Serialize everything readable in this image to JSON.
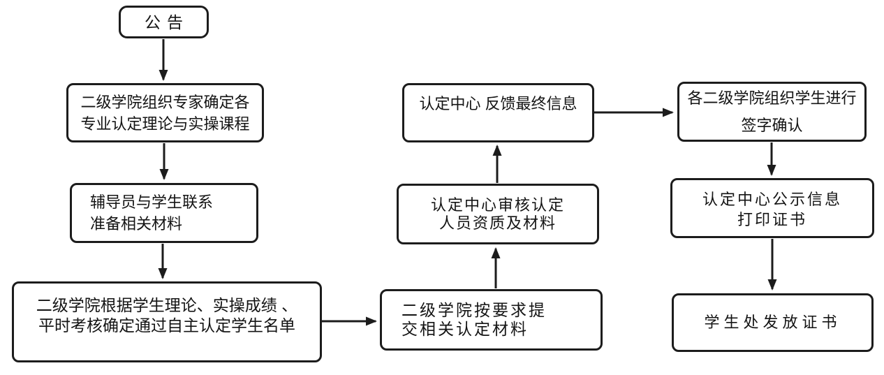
{
  "diagram": {
    "type": "flowchart",
    "nodes": [
      {
        "id": "announcement",
        "lines": [
          "公告"
        ]
      },
      {
        "id": "determine-courses",
        "lines": [
          "二级学院组织专家确定各",
          "专业认定理论与实操课程"
        ]
      },
      {
        "id": "counselor-prepare",
        "lines": [
          "辅导员与学生联系",
          "准备相关材料"
        ]
      },
      {
        "id": "determine-list",
        "lines": [
          "二级学院根据学生理论、实操成绩 、",
          "平时考核确定通过自主认定学生名单"
        ]
      },
      {
        "id": "submit-materials",
        "lines": [
          "二级学院按要求提",
          "交相关认定材料"
        ]
      },
      {
        "id": "review-materials",
        "lines": [
          "认定中心审核认定",
          "人员资质及材料"
        ]
      },
      {
        "id": "feedback-info",
        "lines": [
          "认定中心 反馈最终信息"
        ]
      },
      {
        "id": "sign-confirm",
        "lines": [
          "各二级学院组织学生进行",
          "签字确认"
        ]
      },
      {
        "id": "publicize-print",
        "lines": [
          "认定中心公示信息",
          "打印证书"
        ]
      },
      {
        "id": "issue-certificates",
        "lines": [
          "学生处发放证书"
        ]
      }
    ],
    "edges": [
      {
        "from": "announcement",
        "to": "determine-courses"
      },
      {
        "from": "determine-courses",
        "to": "counselor-prepare"
      },
      {
        "from": "counselor-prepare",
        "to": "determine-list"
      },
      {
        "from": "determine-list",
        "to": "submit-materials"
      },
      {
        "from": "submit-materials",
        "to": "review-materials"
      },
      {
        "from": "review-materials",
        "to": "feedback-info"
      },
      {
        "from": "feedback-info",
        "to": "sign-confirm"
      },
      {
        "from": "sign-confirm",
        "to": "publicize-print"
      },
      {
        "from": "publicize-print",
        "to": "issue-certificates"
      }
    ],
    "colors": {
      "stroke": "#1c1c1c",
      "fill": "#ffffff",
      "text": "#141414"
    }
  }
}
